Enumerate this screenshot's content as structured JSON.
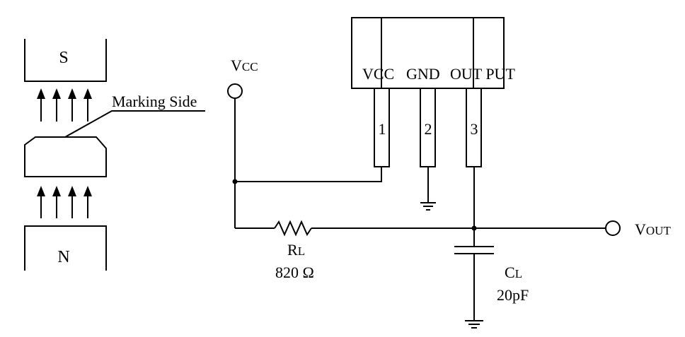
{
  "magnet": {
    "south_label": "S",
    "north_label": "N",
    "marking_side_label": "Marking Side"
  },
  "vcc_terminal": {
    "label_main": "V",
    "label_sub": "CC"
  },
  "vout_terminal": {
    "label_main": "V",
    "label_sub": "OUT"
  },
  "sensor": {
    "pin_names": [
      "VCC",
      "GND",
      "OUT PUT"
    ],
    "pin_numbers": [
      "1",
      "2",
      "3"
    ]
  },
  "resistor": {
    "name_main": "R",
    "name_sub": "L",
    "value": "820 Ω"
  },
  "capacitor": {
    "name_main": "C",
    "name_sub": "L",
    "value": "20pF"
  }
}
